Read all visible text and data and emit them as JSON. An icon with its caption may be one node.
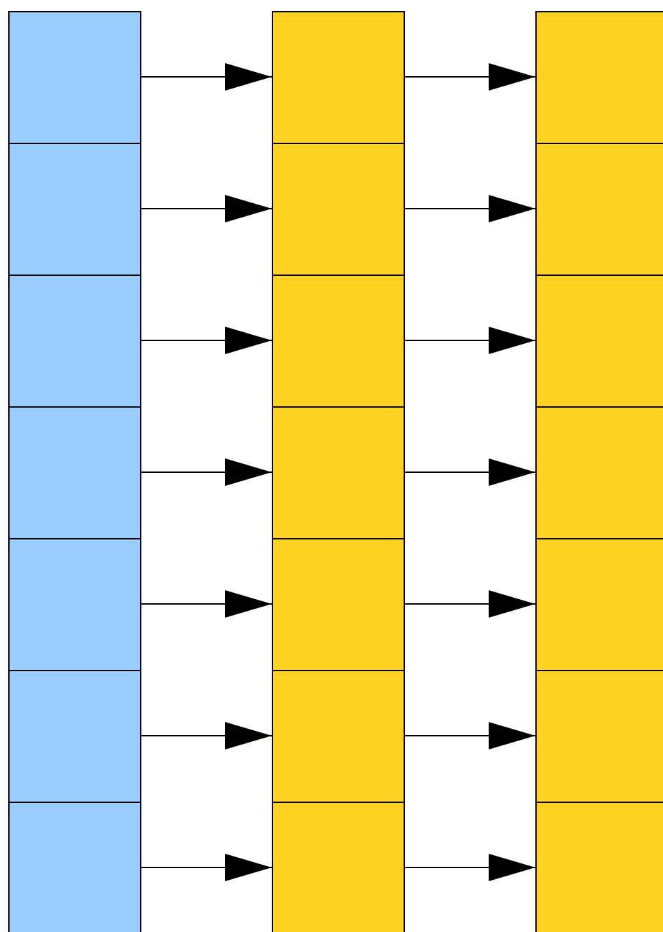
{
  "diagram": {
    "nodes": [
      {
        "text": [],
        "shape": "box"
      },
      {
        "text": [],
        "shape": "box"
      },
      {
        "text": [],
        "shape": "box"
      },
      {
        "text": [],
        "shape": "box"
      },
      {
        "text": [],
        "shape": "box"
      },
      {
        "text": [],
        "shape": "box"
      },
      {
        "text": [],
        "shape": "box"
      },
      {
        "text": [],
        "shape": "box"
      },
      {
        "text": [],
        "shape": "box"
      },
      {
        "text": [],
        "shape": "box"
      },
      {
        "text": [],
        "shape": "box"
      },
      {
        "text": [],
        "shape": "box"
      },
      {
        "text": [],
        "shape": "box"
      },
      {
        "text": [],
        "shape": "box"
      },
      {
        "text": [],
        "shape": "box"
      },
      {
        "text": [],
        "shape": "box"
      },
      {
        "text": [],
        "shape": "box"
      },
      {
        "text": [],
        "shape": "box"
      },
      {
        "text": [],
        "shape": "box"
      },
      {
        "text": [],
        "shape": "box"
      },
      {
        "text": [],
        "shape": "box"
      }
    ],
    "edges": [
      {
        "from": 0,
        "to": 1,
        "arrow": "to"
      },
      {
        "from": 1,
        "to": 2,
        "arrow": "to"
      },
      {
        "from": 3,
        "to": 4,
        "arrow": "to"
      },
      {
        "from": 4,
        "to": 5,
        "arrow": "to"
      },
      {
        "from": 6,
        "to": 7,
        "arrow": "to"
      },
      {
        "from": 7,
        "to": 8,
        "arrow": "to"
      },
      {
        "from": 9,
        "to": 10,
        "arrow": "to"
      },
      {
        "from": 10,
        "to": 11,
        "arrow": "to"
      },
      {
        "from": 12,
        "to": 13,
        "arrow": "to"
      },
      {
        "from": 13,
        "to": 14,
        "arrow": "to"
      },
      {
        "from": 15,
        "to": 16,
        "arrow": "to"
      },
      {
        "from": 16,
        "to": 17,
        "arrow": "to"
      },
      {
        "from": 18,
        "to": 19,
        "arrow": "to"
      },
      {
        "from": 19,
        "to": 20,
        "arrow": "to"
      }
    ]
  }
}
